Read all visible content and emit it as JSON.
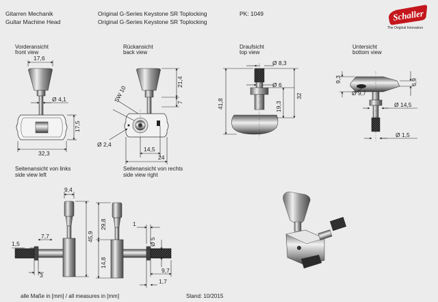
{
  "header": {
    "title_de": "Gitarren Mechanik",
    "title_en": "Guitar Machine Head",
    "product_de": "Original G-Series Keystone SR Toplocking",
    "product_en": "Original G-Series Keystone SR Toplocking",
    "pk": "PK: 1049"
  },
  "logo": {
    "name": "Schaller",
    "tagline": "The Original Innovators",
    "color": "#c4161c"
  },
  "views": {
    "front": {
      "de": "Vorderansicht",
      "en": "front view"
    },
    "back": {
      "de": "Rückansicht",
      "en": "back view"
    },
    "top": {
      "de": "Draufsicht",
      "en": "top view"
    },
    "bottom": {
      "de": "Untersicht",
      "en": "bottom view"
    },
    "left": {
      "de": "Seitenansicht von links",
      "en": "side view left"
    },
    "right": {
      "de": "Seitenansicht von rechts",
      "en": "side view right"
    }
  },
  "dims": {
    "front": {
      "w176": "17,6",
      "d41": "Ø 4,1",
      "h175": "17,5",
      "w323": "32,3"
    },
    "back": {
      "sw10": "SW 10",
      "h214": "21,4",
      "h7": "7",
      "d24": "Ø 2,4",
      "w145": "14,5",
      "w24": "24"
    },
    "top": {
      "d83": "Ø 8,3",
      "d6": "Ø 6",
      "h418": "41,8",
      "h193": "19,3",
      "h32": "32"
    },
    "bottom": {
      "h93": "9,3",
      "d97": "Ø 9,7",
      "h69": "6,9",
      "d145": "Ø 14,5",
      "d15": "Ø 1,5"
    },
    "left": {
      "w94": "9,4",
      "w15": "1,5",
      "w77": "7,7",
      "h459": "45,9",
      "w3": "3"
    },
    "right": {
      "h298": "29,8",
      "w1": "1",
      "d5": "Ø 5",
      "h148": "14,8",
      "w97": "9,7",
      "w17": "1,7"
    }
  },
  "footer": {
    "units": "alle Maße in [mm] / all measures in [mm]",
    "stand": "Stand: 10/2015"
  }
}
